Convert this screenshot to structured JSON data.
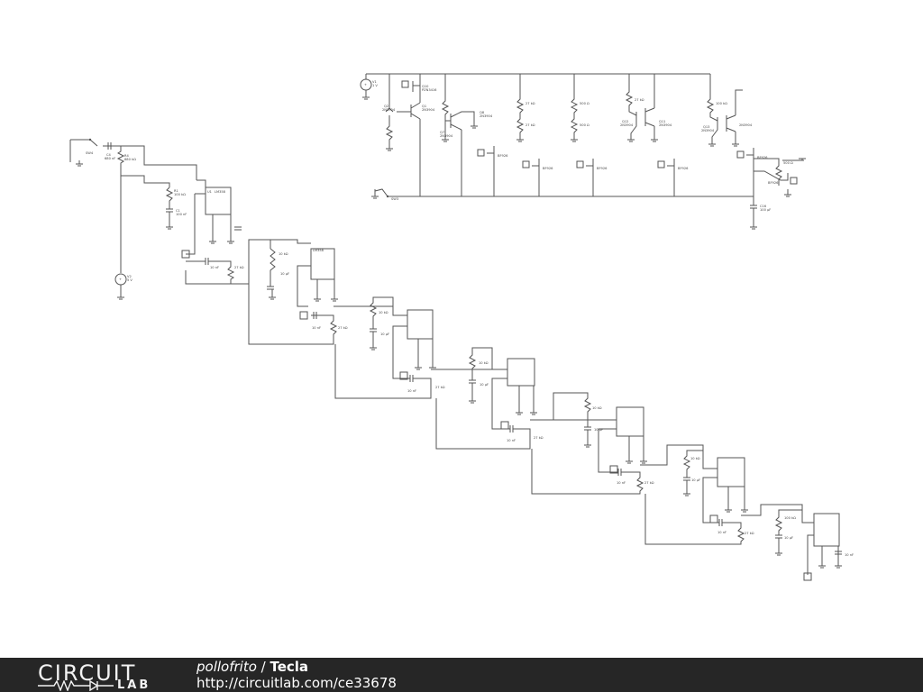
{
  "footer": {
    "logo_top": "CIRCUIT",
    "logo_bottom": "LAB",
    "author": "pollofrito",
    "separator": " / ",
    "title": "Tecla",
    "url": "http://circuitlab.com/ce33678"
  },
  "labels": {
    "switch_a": "SW4",
    "switch_b": "SW3",
    "c1": "C1",
    "c1v": "100 nF",
    "r1": "R1",
    "r1v": "100 kΩ",
    "c4": "C4",
    "c4v": "680 nF",
    "r4": "R4",
    "r4v": "680 kΩ",
    "v1": "V1",
    "v1v": "1 V",
    "v2": "V2",
    "v2v": "5 V",
    "q1": "Q1",
    "q2": "Q2",
    "q7": "Q7",
    "q8": "Q8",
    "q10": "Q10",
    "q11": "Q11",
    "q12": "Q12",
    "q13": "Q13",
    "q_model": "2N3904",
    "q_model_p": "PZN3416",
    "m_model": "BF926",
    "c16": "C16",
    "c16v": "100 µF",
    "c_small": "10 nF",
    "c_mid": "10 µF",
    "r_val_a": "10 kΩ",
    "r_val_b": "27 kΩ",
    "r_val_c": "100 kΩ",
    "r_val_d": "500 Ω",
    "opamp": "U1",
    "opamp_model": "LM358"
  }
}
